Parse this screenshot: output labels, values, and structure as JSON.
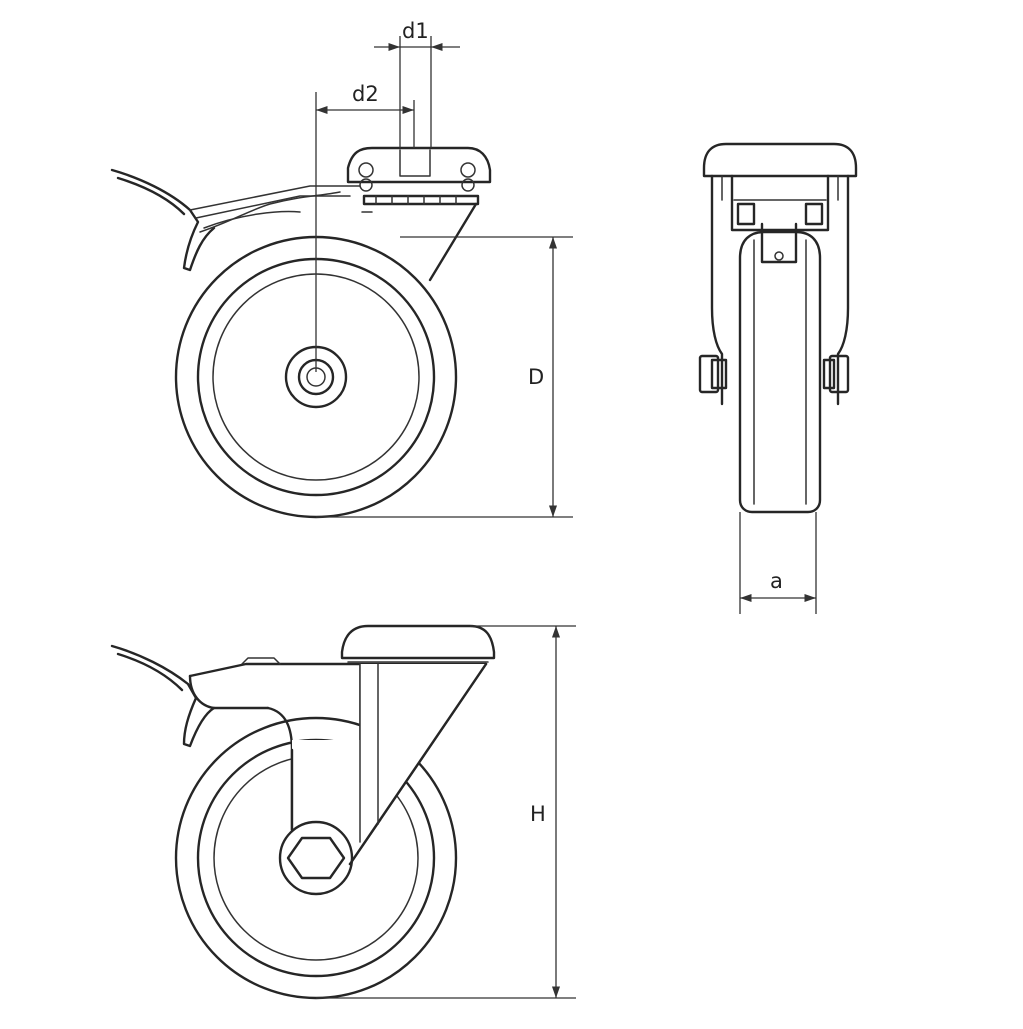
{
  "labels": {
    "d1": "d1",
    "d2": "d2",
    "D": "D",
    "a": "a",
    "H": "H"
  },
  "colors": {
    "line": "#262626",
    "background": "#ffffff"
  }
}
